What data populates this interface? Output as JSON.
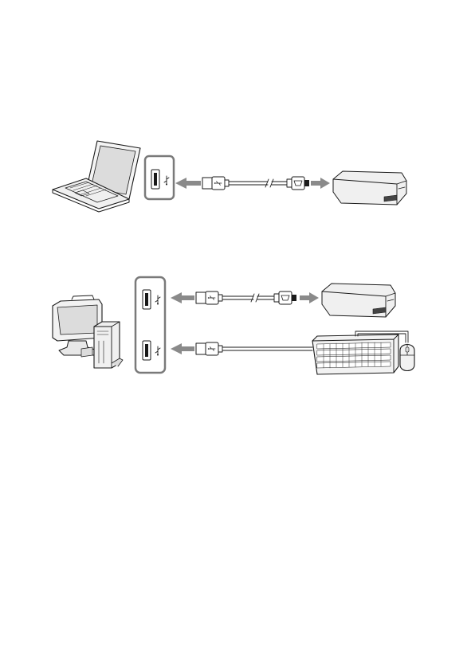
{
  "diagrams": [
    {
      "name": "laptop-connection",
      "host": "laptop",
      "ports": 1,
      "connections": [
        {
          "cable": "usb-a-to-mini-usb",
          "device": "card-reader"
        }
      ]
    },
    {
      "name": "desktop-connection",
      "host": "desktop-computer",
      "ports": 2,
      "connections": [
        {
          "cable": "usb-a-to-mini-usb",
          "device": "card-reader"
        },
        {
          "cable": "usb-a",
          "device": "keyboard-and-mouse"
        }
      ]
    }
  ],
  "icons": [
    "usb-icon"
  ],
  "colors": {
    "line": "#1a1a1a",
    "arrow": "#8a8a8a",
    "device_fill": "#eeeeee",
    "panel_border": "#7a7a7a"
  }
}
